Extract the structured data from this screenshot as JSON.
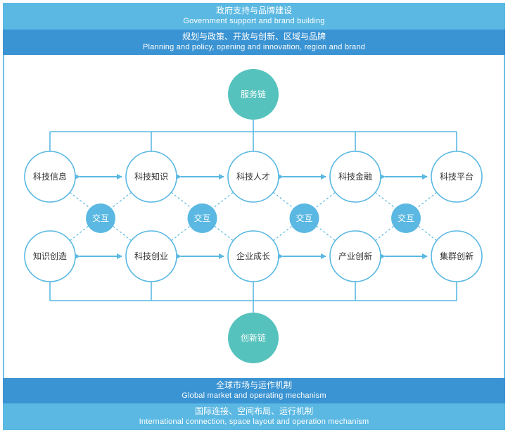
{
  "top_bands": {
    "support": {
      "cn": "政府支持与品牌建设",
      "en": "Government support and brand building"
    },
    "planning": {
      "cn": "规划与政策、开放与创新、区域与品牌",
      "en": "Planning and policy, opening and innovation, region and brand"
    }
  },
  "bottom_bands": {
    "market": {
      "cn": "全球市场与运作机制",
      "en": "Global market and operating mechanism"
    },
    "international": {
      "cn": "国际连接、空间布局、运行机制",
      "en": "International connection, space layout and operation mechanism"
    }
  },
  "chains": {
    "service": "服务链",
    "innovation": "创新链"
  },
  "top_row": [
    "科技信息",
    "科技知识",
    "科技人才",
    "科技金融",
    "科技平台"
  ],
  "bottom_row": [
    "知识创造",
    "科技创业",
    "企业成长",
    "产业创新",
    "集群创新"
  ],
  "interaction_label": "交互",
  "colors": {
    "band_light": "#5ab8e2",
    "band_dark": "#3a93d2",
    "hub": "#56c2bd",
    "interaction": "#5ab8e2",
    "line": "#5ab8e2"
  }
}
